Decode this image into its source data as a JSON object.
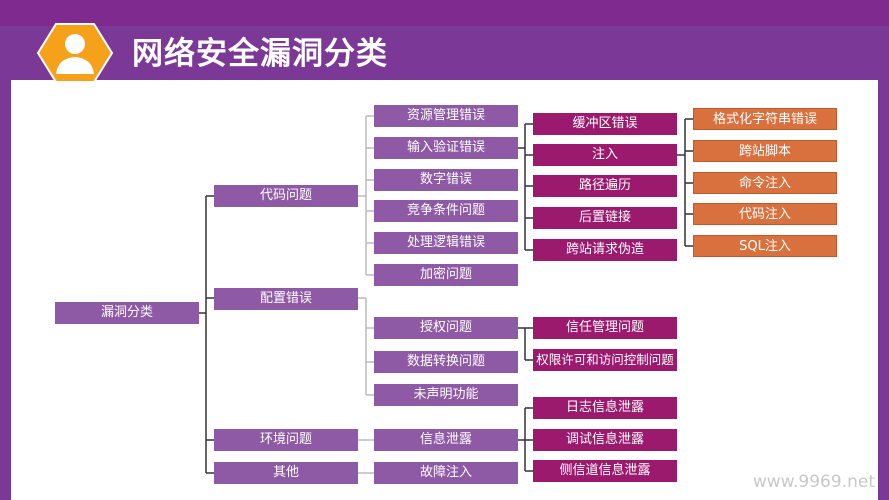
{
  "header": {
    "title": "网络安全漏洞分类"
  },
  "tree": {
    "root": "漏洞分类",
    "level1": [
      "代码问题",
      "配置错误",
      "环境问题",
      "其他"
    ],
    "code_children": [
      "资源管理错误",
      "输入验证错误",
      "数字错误",
      "竞争条件问题",
      "处理逻辑错误",
      "加密问题"
    ],
    "config_children": [
      "授权问题",
      "数据转换问题",
      "未声明功能"
    ],
    "env_children": [
      "信息泄露"
    ],
    "other_children": [
      "故障注入"
    ],
    "input_children": [
      "缓冲区错误",
      "注入",
      "路径遍历",
      "后置链接",
      "跨站请求伪造"
    ],
    "auth_children": [
      "信任管理问题",
      "权限许可和访问控制问题"
    ],
    "leak_children": [
      "日志信息泄露",
      "调试信息泄露",
      "侧信道信息泄露"
    ],
    "inject_children": [
      "格式化字符串错误",
      "跨站脚本",
      "命令注入",
      "代码注入",
      "SQL注入"
    ]
  },
  "watermark": "www.9969.net",
  "colors": {
    "header": "#7b3896",
    "node_purple": "#8e5aa6",
    "node_magenta": "#9b1a6e",
    "node_orange": "#d9713f"
  }
}
